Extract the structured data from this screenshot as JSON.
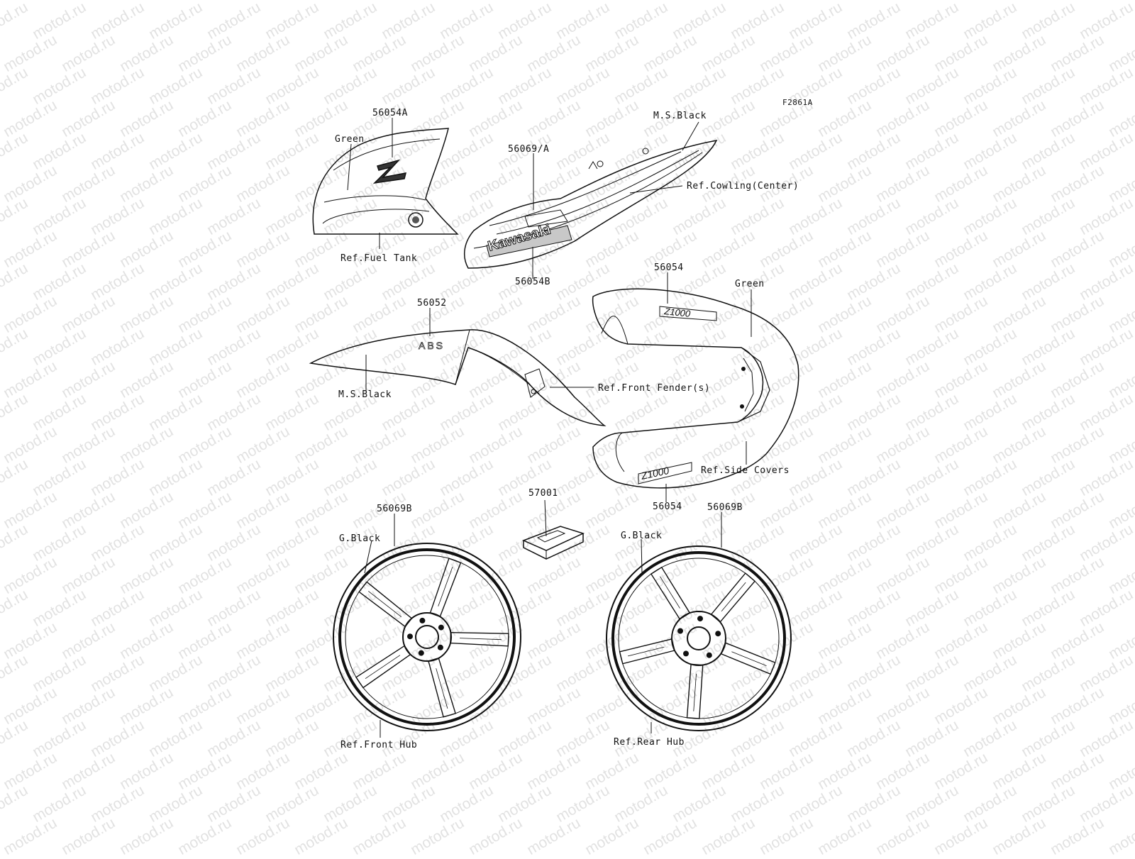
{
  "figure_code": "F2861A",
  "watermark_text": "motod.ru",
  "brand_text": "Kawasaki",
  "abs_text": "ABS",
  "z_text": "Z",
  "model_text": "Z1000",
  "labels": {
    "p56054A": "56054A",
    "green_tank": "Green",
    "ref_fuel_tank": "Ref.Fuel Tank",
    "ms_black_top": "M.S.Black",
    "p56069A": "56069/A",
    "ref_cowling": "Ref.Cowling(Center)",
    "p56054B": "56054B",
    "p56054_top": "56054",
    "green_tail": "Green",
    "p56052": "56052",
    "ms_black_fender": "M.S.Black",
    "ref_front_fender": "Ref.Front Fender(s)",
    "ref_side_covers": "Ref.Side Covers",
    "p56054_bottom": "56054",
    "p57001": "57001",
    "p56069B_front": "56069B",
    "g_black_front": "G.Black",
    "p56069B_rear": "56069B",
    "g_black_rear": "G.Black",
    "ref_front_hub": "Ref.Front Hub",
    "ref_rear_hub": "Ref.Rear Hub"
  }
}
